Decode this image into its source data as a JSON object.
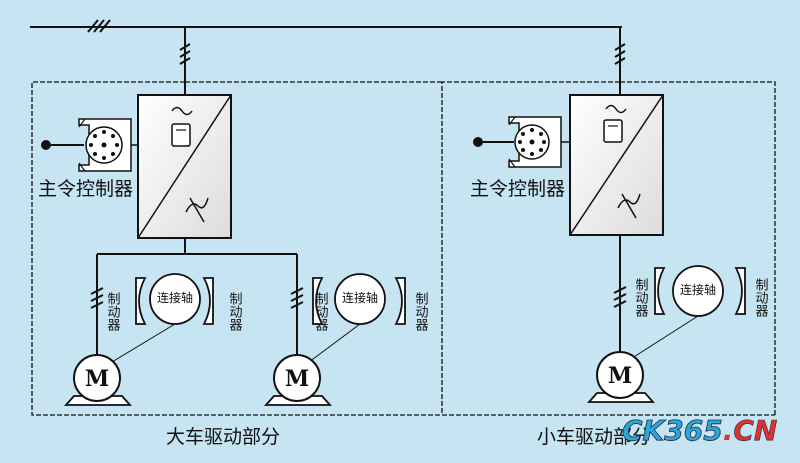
{
  "colors": {
    "background": "#c6e4f2",
    "line": "#111111",
    "watermark_dark": "#1f2a44",
    "watermark_cyan": "#2ea6d8",
    "watermark_red": "#e03030"
  },
  "labels": {
    "master_controller": "主令控制器",
    "brake": "制动器",
    "coupling_shaft": "连接轴",
    "motor": "M",
    "section_left": "大车驱动部分",
    "section_right": "小车驱动部分"
  },
  "watermark": {
    "part1": "CK365",
    "part2": ".",
    "part3": "CN"
  }
}
